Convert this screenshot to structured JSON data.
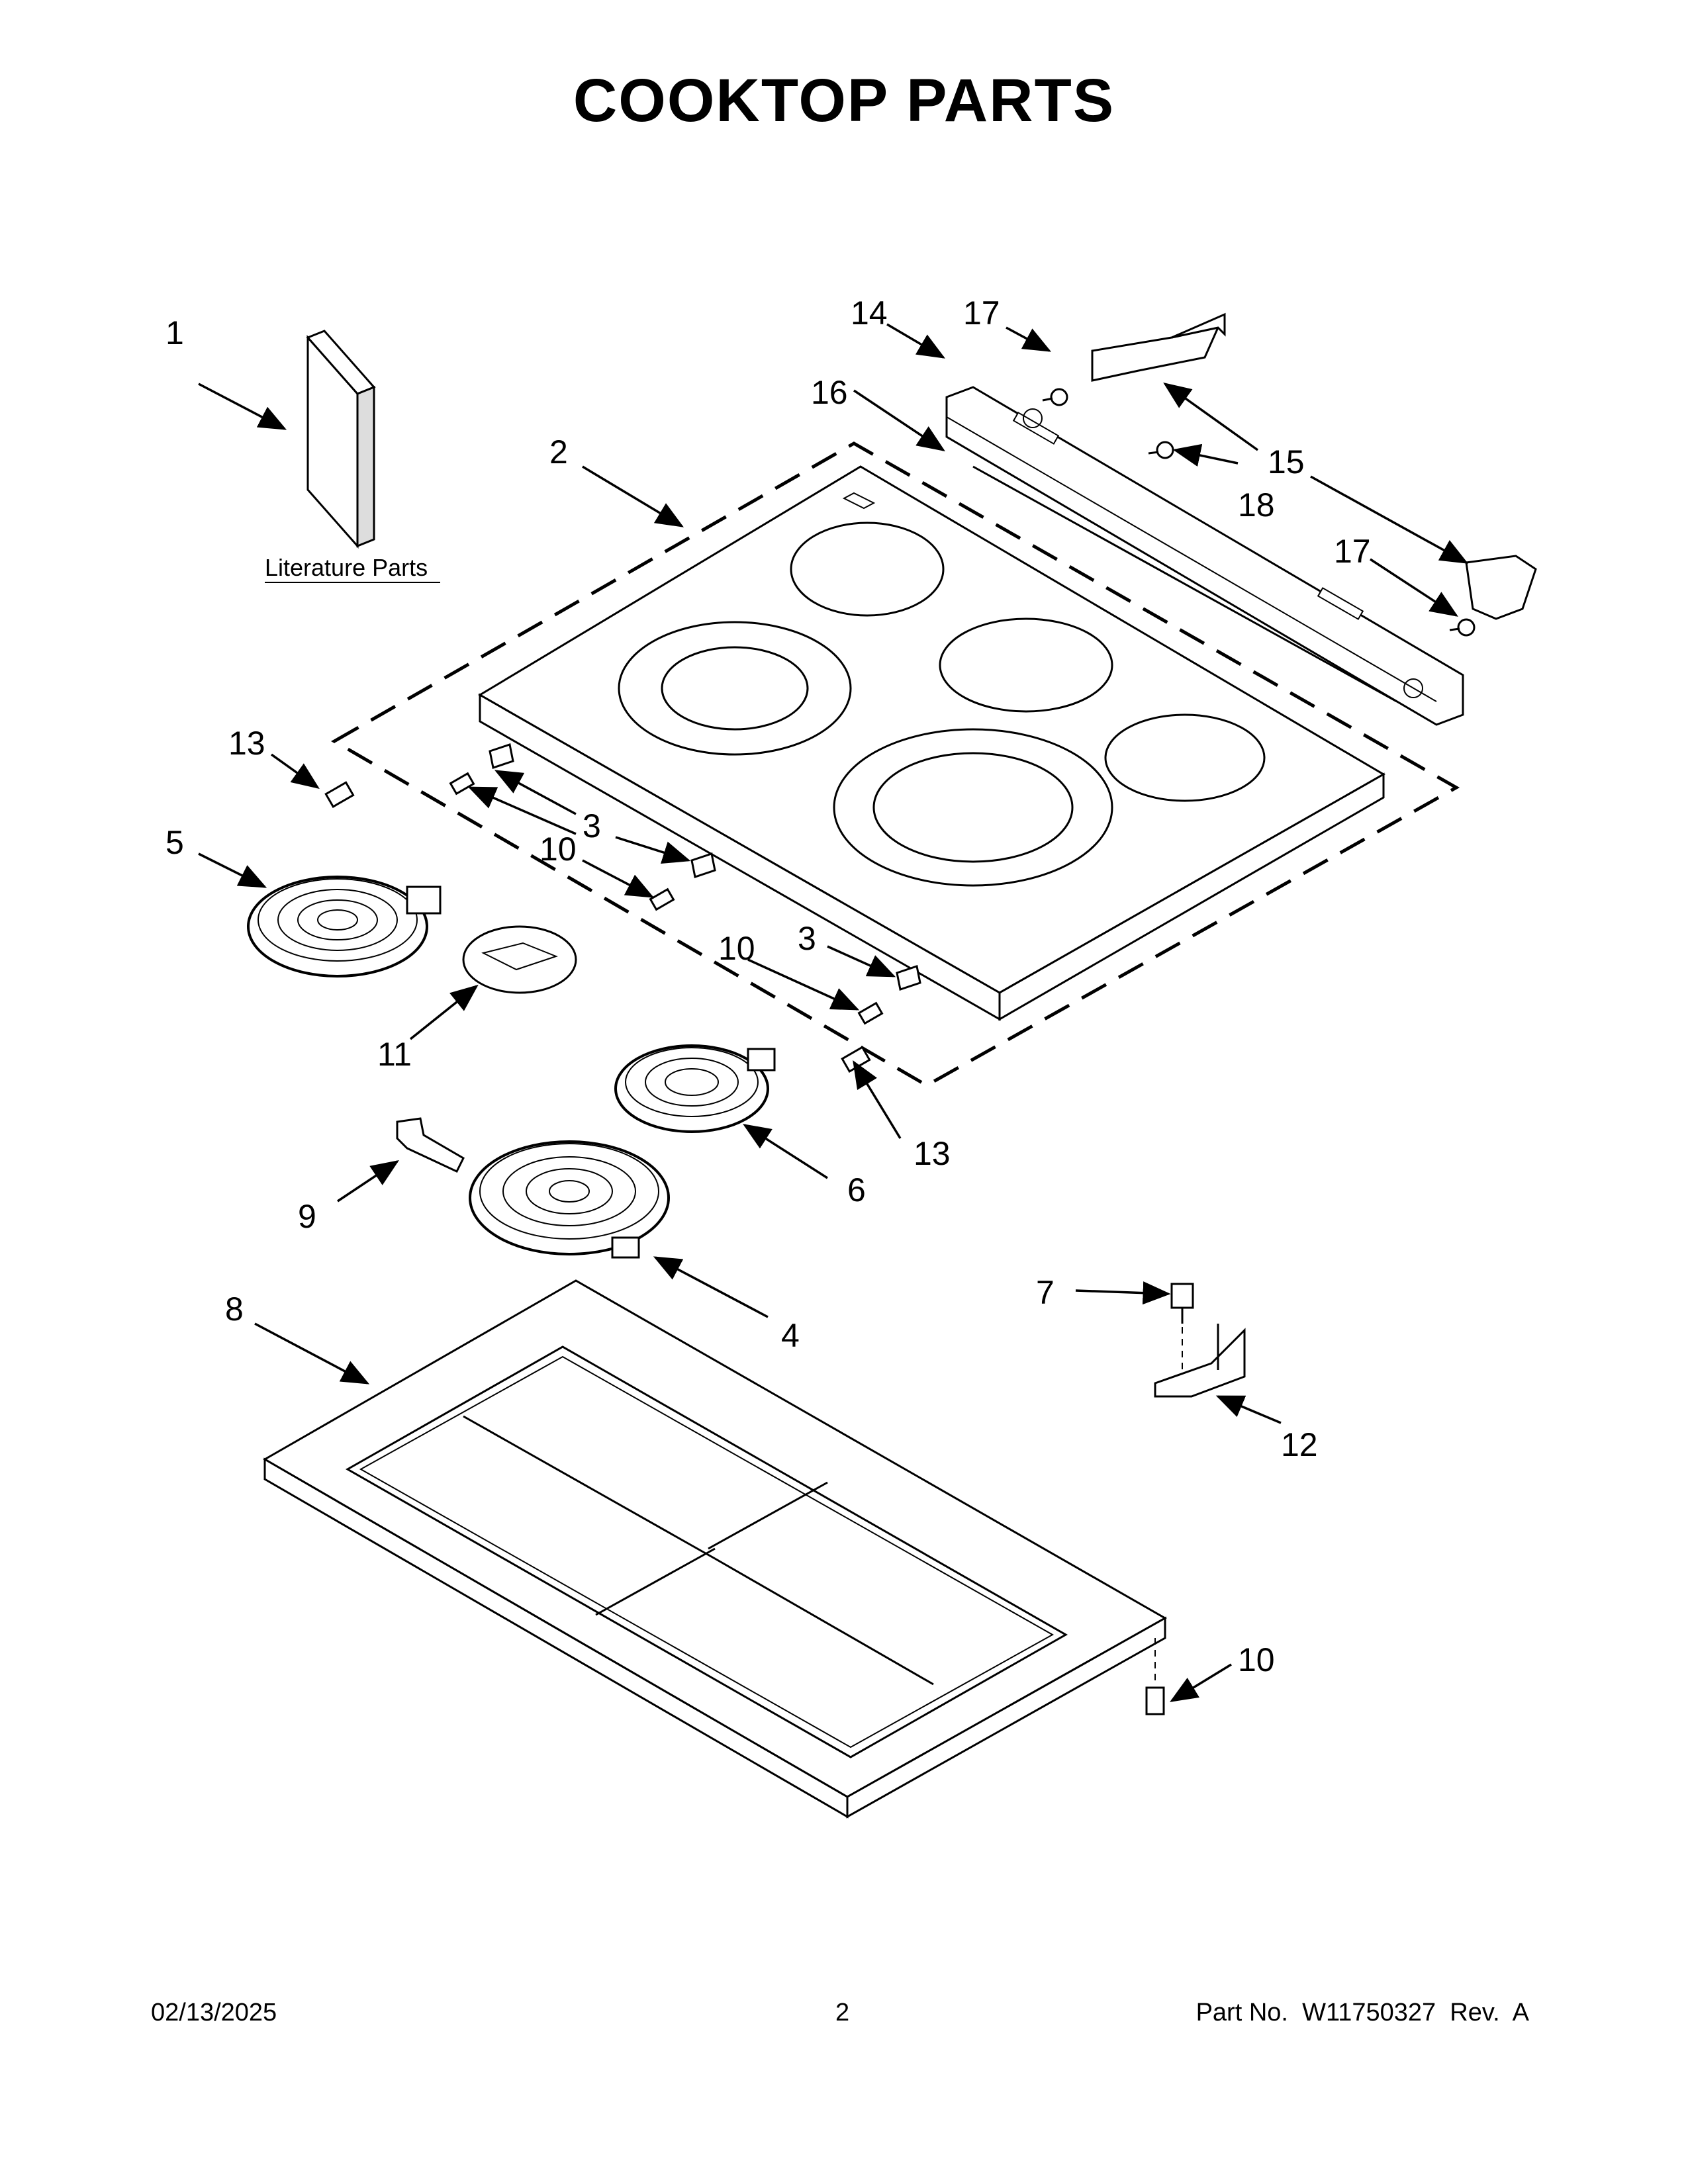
{
  "title": "COOKTOP PARTS",
  "literature_label": "Literature Parts",
  "callouts": {
    "c1": "1",
    "c2": "2",
    "c3a": "3",
    "c3b": "3",
    "c4": "4",
    "c5": "5",
    "c6": "6",
    "c7": "7",
    "c8": "8",
    "c9": "9",
    "c10a": "10",
    "c10b": "10",
    "c10c": "10",
    "c11": "11",
    "c12": "12",
    "c13a": "13",
    "c13b": "13",
    "c14": "14",
    "c15": "15",
    "c16": "16",
    "c17a": "17",
    "c17b": "17",
    "c18": "18"
  },
  "footer": {
    "date": "02/13/2025",
    "page": "2",
    "part_number": "Part No.  W11750327  Rev.  A"
  }
}
